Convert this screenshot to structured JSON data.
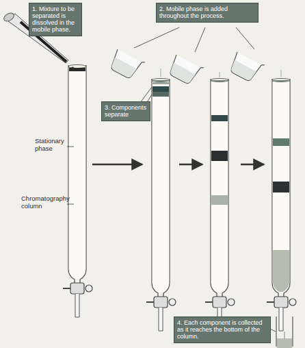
{
  "diagram": {
    "nodes": [
      {
        "text": [
          "1. Mixture to be separated is dissolved in the mobile phase."
        ]
      },
      {
        "text": [
          "2. Mobile phase is added throughout the process."
        ]
      },
      {
        "text": [
          "3. Components separate"
        ]
      },
      {
        "text": [
          "4. Each component is collected as it reaches the bottom of the column."
        ]
      }
    ],
    "labels": [
      "Stationary phase",
      "Chromatography column"
    ]
  }
}
